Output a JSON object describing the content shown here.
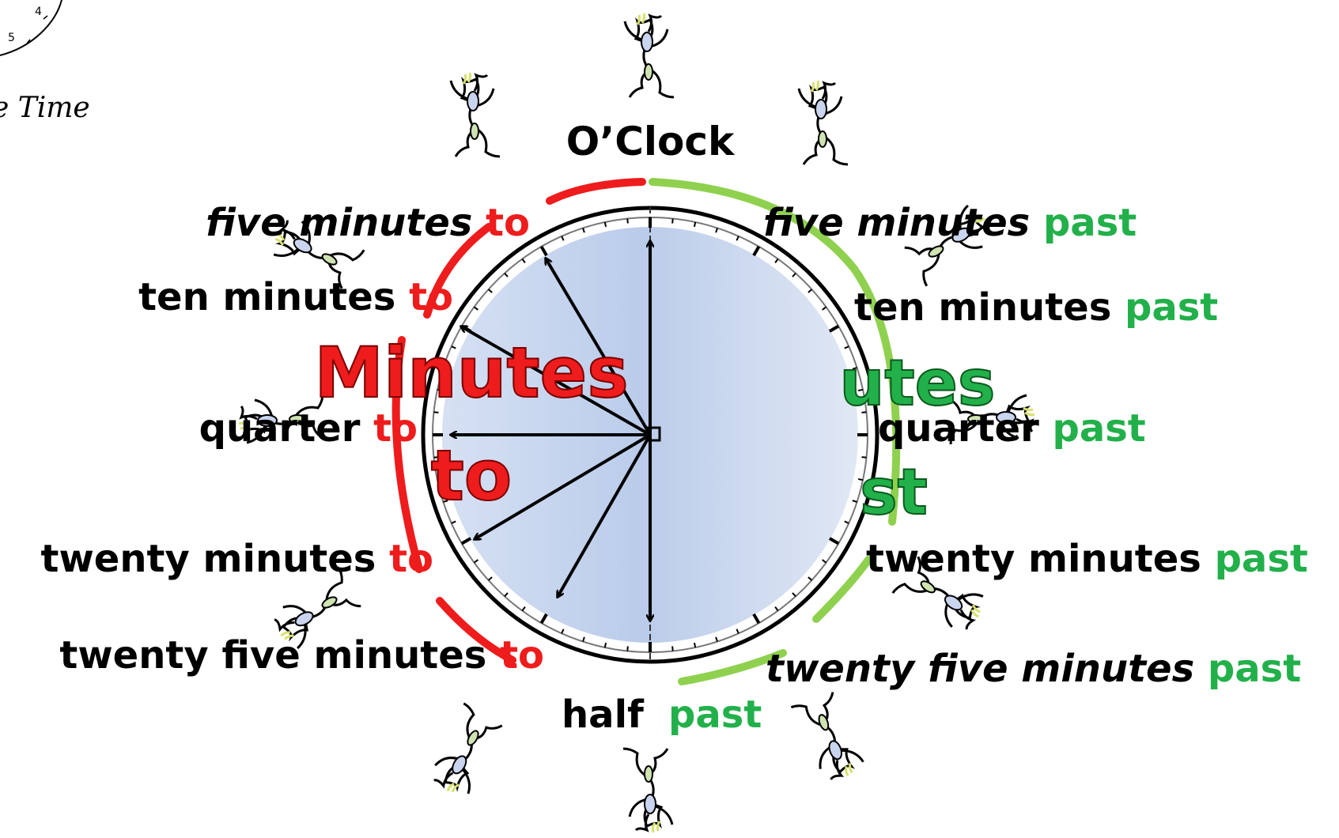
{
  "corner_clock": {
    "numbers": [
      "4",
      "5"
    ],
    "caption": "e Time"
  },
  "top_label": "O’Clock",
  "bottom_label": {
    "left": "half",
    "right": "past"
  },
  "to_labels": [
    {
      "text": "five minutes",
      "suffix": "to"
    },
    {
      "text": "ten minutes",
      "suffix": "to"
    },
    {
      "text": "quarter",
      "suffix": "to"
    },
    {
      "text": "twenty minutes",
      "suffix": "to"
    },
    {
      "text": "twenty five minutes",
      "suffix": "to"
    }
  ],
  "past_labels": [
    {
      "text": "five minutes",
      "suffix": "past"
    },
    {
      "text": "ten minutes",
      "suffix": "past"
    },
    {
      "text": "quarter",
      "suffix": "past"
    },
    {
      "text": "twenty minutes",
      "suffix": "past"
    },
    {
      "text": "twenty five minutes",
      "suffix": "past"
    }
  ],
  "big_labels": {
    "left_line1": "Minutes",
    "left_line2": "to",
    "right_line1": "utes",
    "right_line2": "st"
  },
  "colors": {
    "to": "#ee1c1c",
    "past": "#22b04a",
    "past_arc": "#8fd14f",
    "face_left": "#c2d1ec",
    "face_right": "#d4def0",
    "text": "#000000"
  },
  "icons": [
    "runner-figure-icon",
    "arrow-icon"
  ]
}
